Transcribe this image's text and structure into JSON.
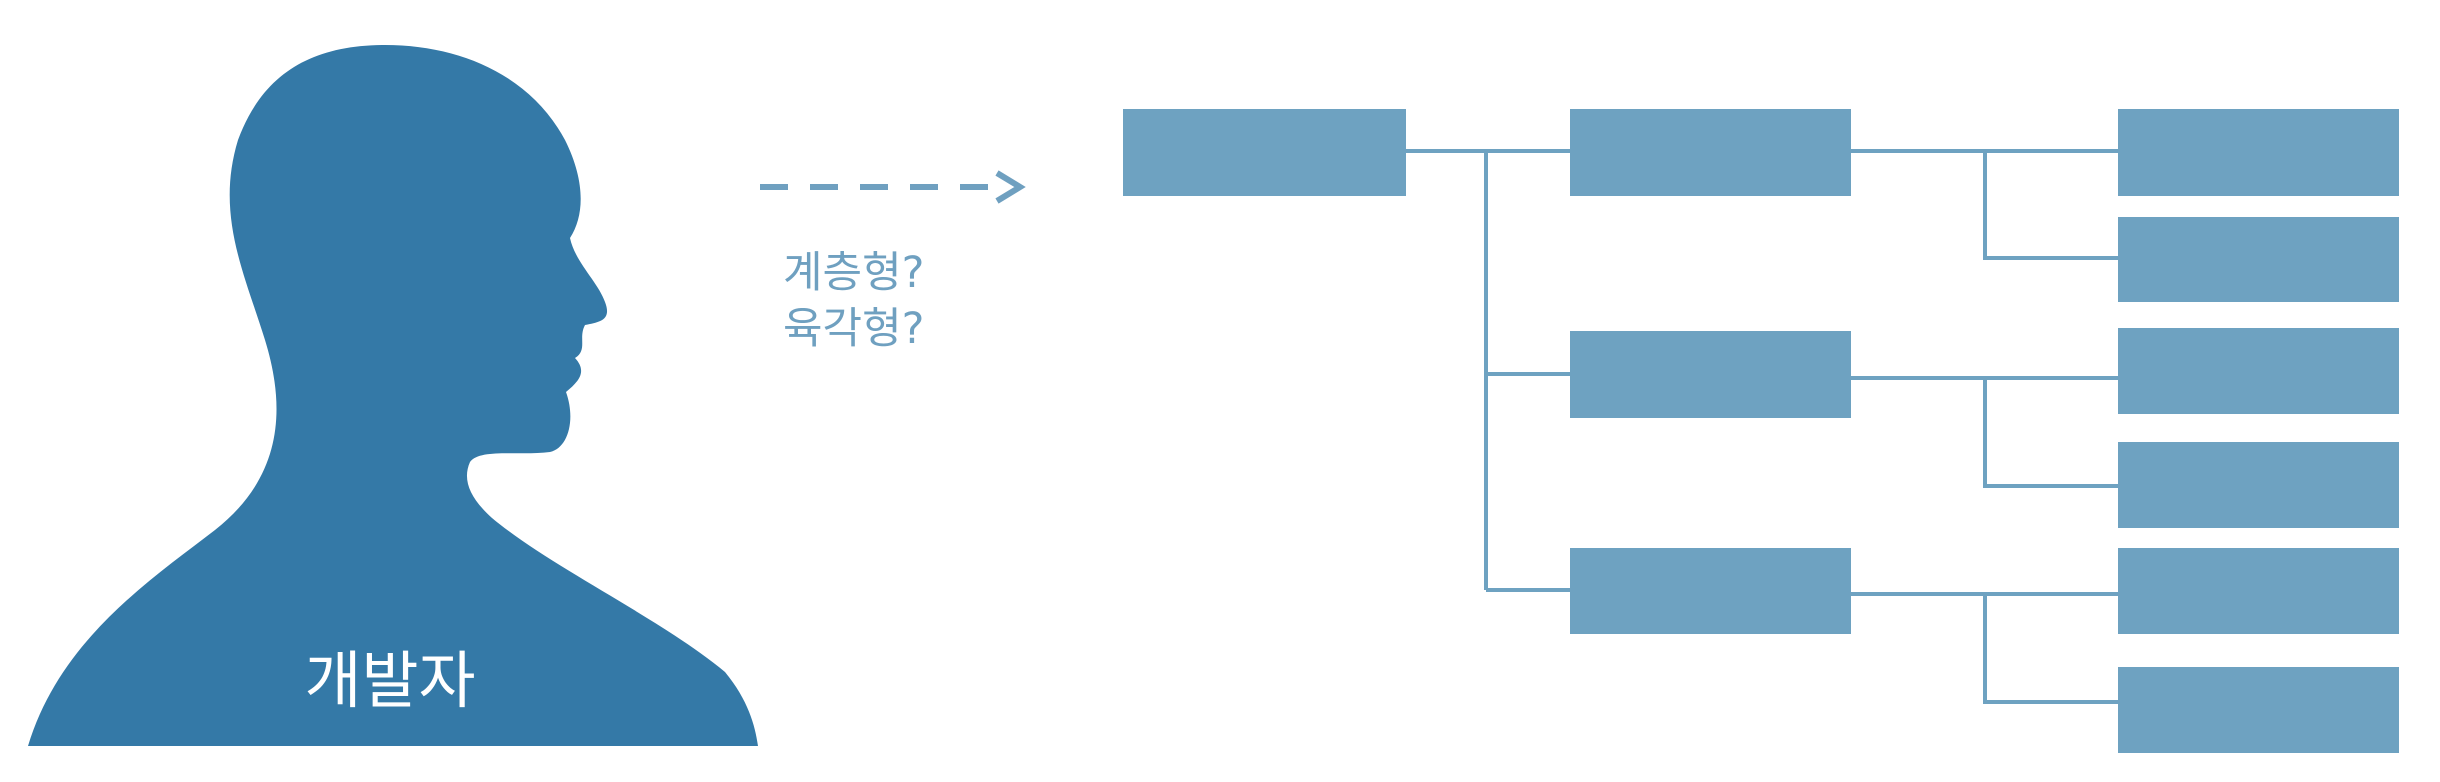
{
  "person": {
    "label": "개발자",
    "icon": "person-silhouette-icon"
  },
  "question": {
    "line1": "계층형?",
    "line2": "육각형?"
  },
  "arrow": {
    "style": "dashed",
    "icon": "dashed-arrow-right-icon"
  },
  "tree": {
    "root": {
      "children": [
        {
          "children": 2
        },
        {
          "children": 2
        },
        {
          "children": 2
        }
      ]
    }
  },
  "colors": {
    "silhouette": "#3479a7",
    "boxes": "#6ea2c1",
    "question_text": "#6fa0c0",
    "label_text": "#ffffff",
    "background": "#ffffff"
  }
}
